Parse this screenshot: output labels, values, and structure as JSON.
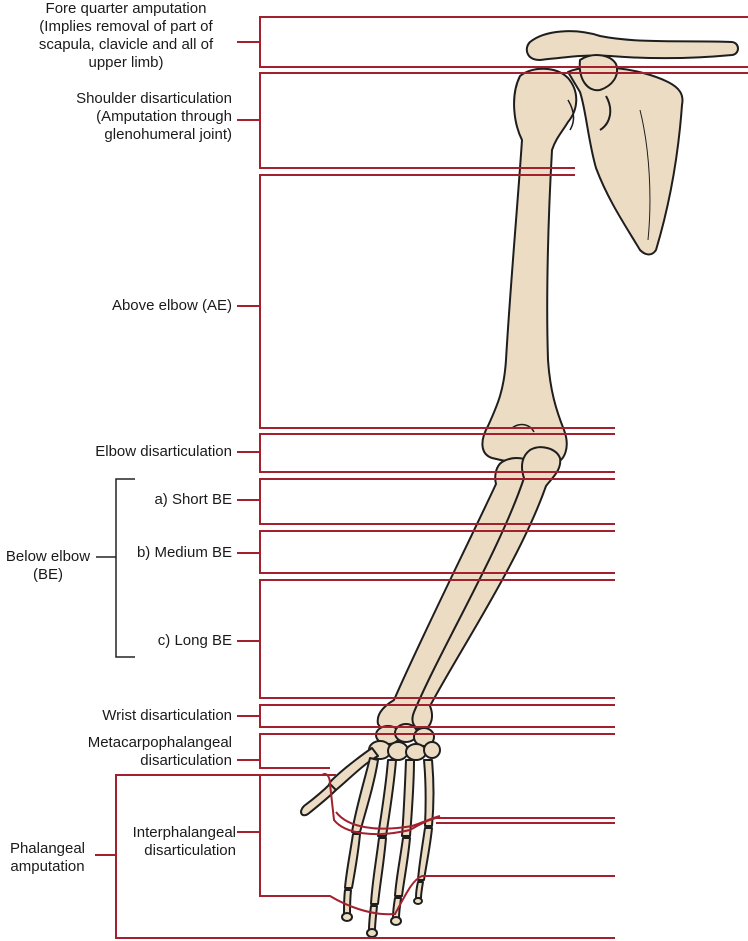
{
  "colors": {
    "level_line": "#a3202e",
    "bracket_black": "#222222",
    "bone_fill": "#eddcc4",
    "bone_stroke": "#1e1e1e",
    "text": "#1a1a1a"
  },
  "labels": {
    "fore_quarter": "Fore quarter amputation\n(Implies removal of part of\nscapula, clavicle and all of\nupper limb)",
    "shoulder_disartic": "Shoulder disarticulation\n(Amputation through\nglenohumeral joint)",
    "above_elbow": "Above elbow (AE)",
    "elbow_disartic": "Elbow disarticulation",
    "short_be": "a) Short BE",
    "medium_be": "b) Medium BE",
    "long_be": "c) Long BE",
    "below_elbow": "Below elbow\n(BE)",
    "wrist_disartic": "Wrist disarticulation",
    "mcp_disartic": "Metacarpophalangeal\ndisarticulation",
    "ip_disartic": "Interphalangeal\ndisarticulation",
    "phalangeal": "Phalangeal\namputation"
  }
}
